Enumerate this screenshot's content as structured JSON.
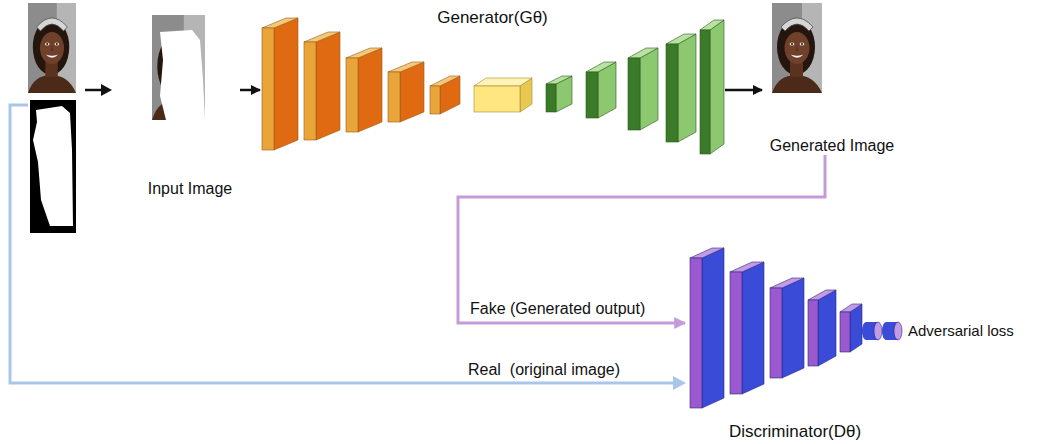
{
  "diagram": {
    "nodes": [
      {
        "text": [
          "Input Image"
        ]
      },
      {
        "text": [
          "Generator(Gθ)"
        ]
      },
      {
        "text": [
          "Generated Image"
        ]
      },
      {
        "text": [
          "Discriminator(Dθ)"
        ]
      }
    ],
    "edges": [
      {
        "from": 0,
        "to": 1,
        "arrow": "to"
      },
      {
        "from": 1,
        "to": 2,
        "arrow": "to"
      },
      {
        "from": 2,
        "to": 3,
        "label": "Fake (Generated output)",
        "arrow": "to"
      }
    ],
    "labels": [
      "Real  (original image)",
      "Adversarial loss"
    ]
  }
}
